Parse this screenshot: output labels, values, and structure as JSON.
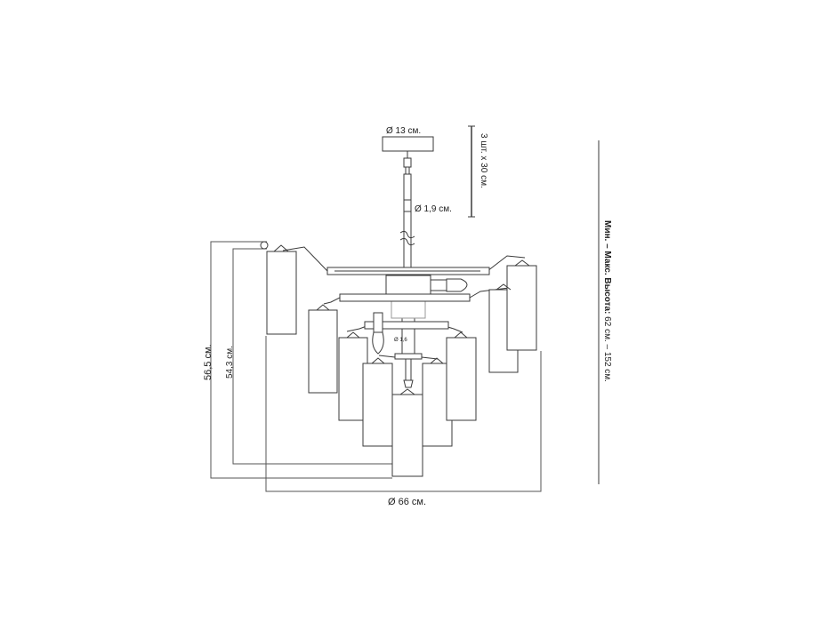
{
  "labels": {
    "canopy_diameter": "Ø 13 см.",
    "rod_diameter": "Ø 1,9 см.",
    "rods": "3 шт. x 30 см.",
    "small_diameter": "Ø 1,6",
    "width_label": "Ø 66 см.",
    "height_outer": "56,5 см.",
    "height_inner": "54,3 см.",
    "height_range_bold": "Мин. – Макс. Высота:",
    "height_range_value": " 62 см. – 152 см."
  },
  "colors": {
    "line": "#3a3a3a",
    "dim": "#555555",
    "text": "#222222"
  }
}
